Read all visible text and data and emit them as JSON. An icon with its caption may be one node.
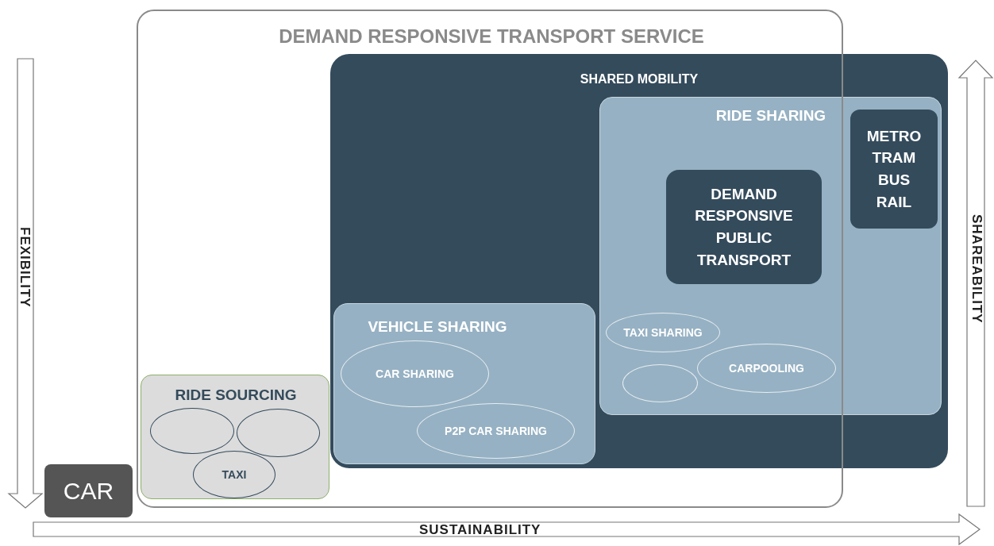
{
  "diagram": {
    "nodes": [
      {
        "text": [
          "DEMAND RESPONSIVE TRANSPORT SERVICE"
        ]
      },
      {
        "text": [
          "SHARED MOBILITY"
        ]
      },
      {
        "text": [
          "RIDE SHARING"
        ],
        "in": 1
      },
      {
        "text": [
          "METRO TRAM BUS RAIL"
        ],
        "in": 2
      },
      {
        "text": [
          "DEMAND RESPONSIVE PUBLIC TRANSPORT"
        ]
      },
      {
        "text": [
          "TAXI SHARING"
        ]
      },
      {
        "text": [],
        "shape": "circle"
      },
      {
        "text": [
          "CARPOOLING"
        ]
      },
      {
        "text": [
          "VEHICLE SHARING"
        ],
        "in": 1
      },
      {
        "text": [
          "CAR SHARING"
        ],
        "in": 8
      },
      {
        "text": [
          "P2P CAR SHARING"
        ],
        "in": 8
      },
      {
        "text": [
          "RIDE SOURCING"
        ],
        "in": 0
      },
      {
        "text": [],
        "shape": "circle",
        "in": 11
      },
      {
        "text": [],
        "shape": "circle",
        "in": 11
      },
      {
        "text": [
          "TAXI"
        ],
        "in": 11
      },
      {
        "text": [
          "CAR"
        ]
      }
    ],
    "labels": [
      "FEXIBILITY",
      "SHAREABILITY",
      "SUSTAINABILITY"
    ]
  }
}
